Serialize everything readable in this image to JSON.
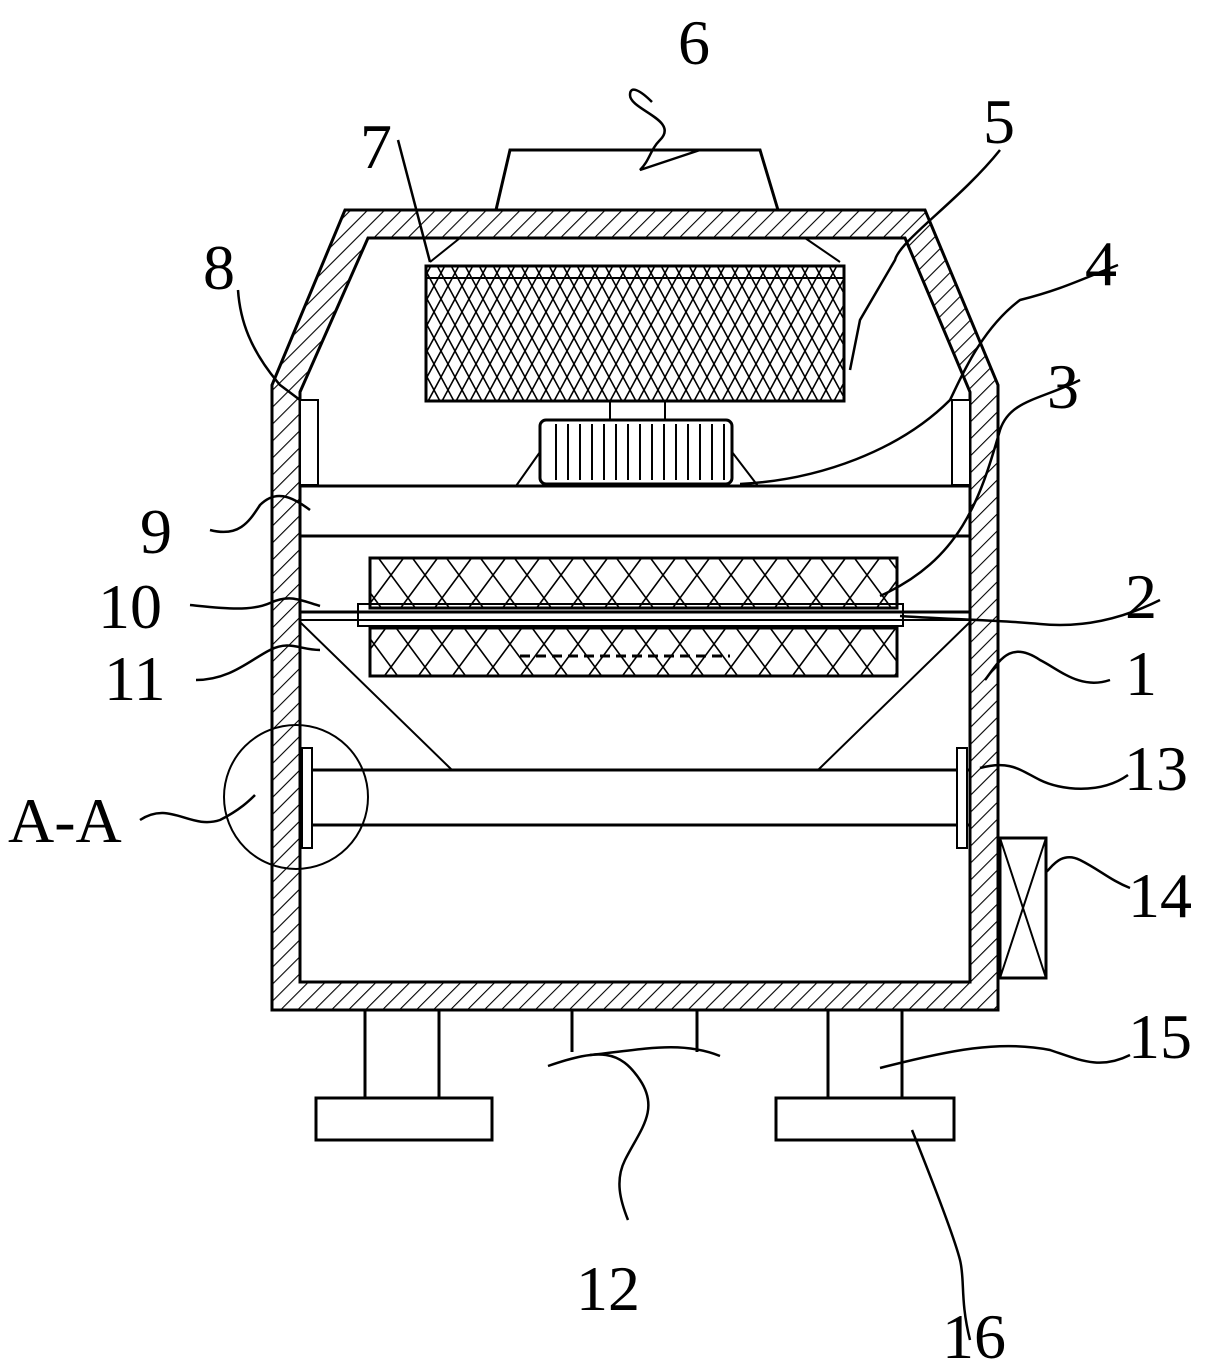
{
  "figure": {
    "labels": [
      "1",
      "2",
      "3",
      "4",
      "5",
      "6",
      "7",
      "8",
      "9",
      "10",
      "11",
      "12",
      "13",
      "14",
      "15",
      "16"
    ],
    "section_label": "A-A"
  }
}
